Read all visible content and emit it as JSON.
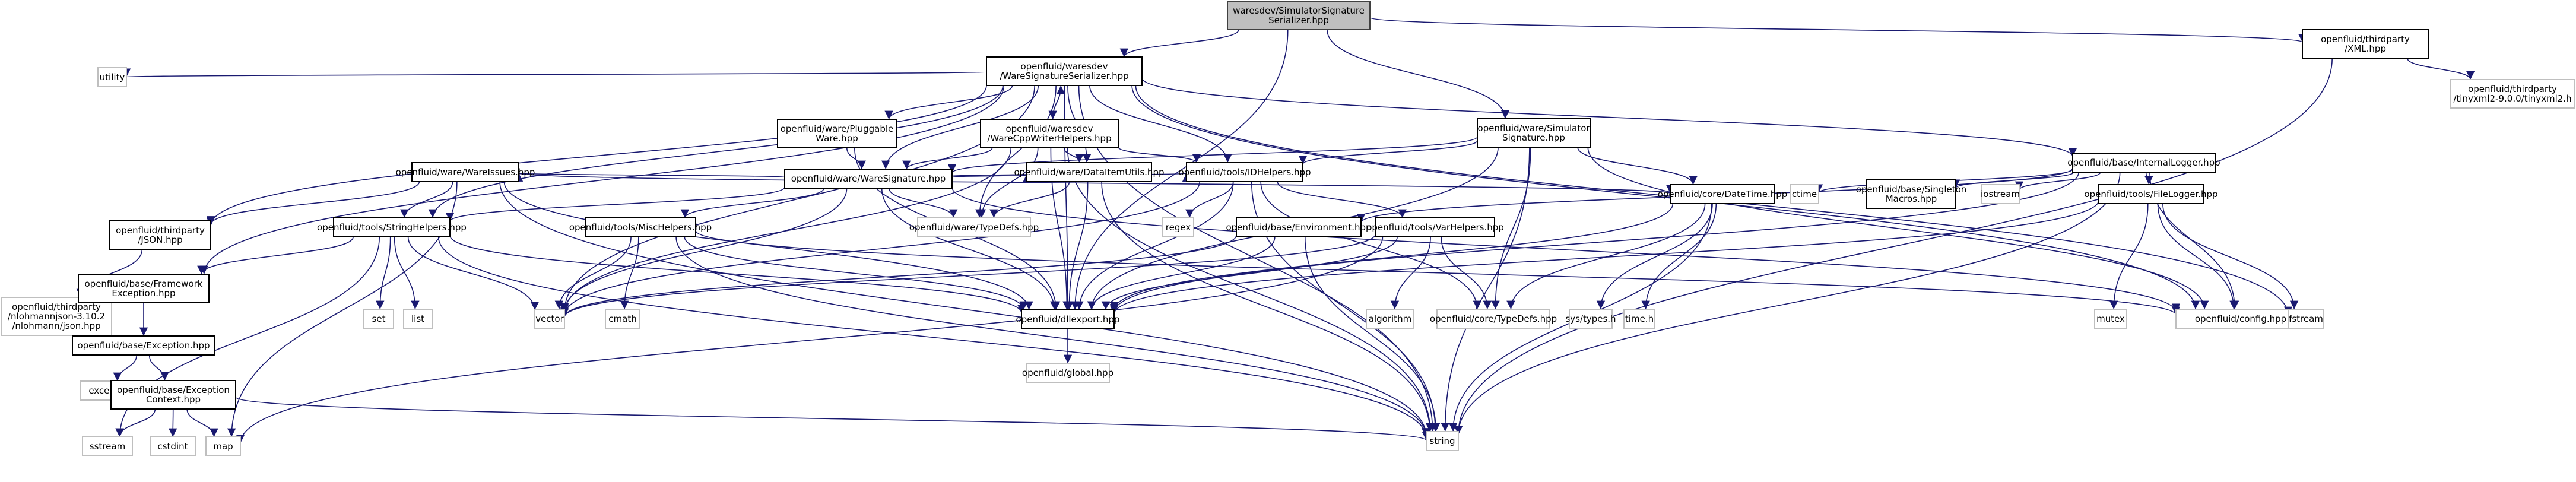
{
  "title": "waresdev/SimulatorSignatureSerializer.hpp include dependency graph",
  "colors": {
    "edge": "#191970",
    "root_fill": "#bfbfbf",
    "local_border": "#000000",
    "system_border": "#bfbfbf"
  },
  "nodes": [
    {
      "id": "root",
      "kind": "root",
      "lines": [
        "waresdev/SimulatorSignature",
        "Serializer.hpp"
      ]
    },
    {
      "id": "wss",
      "kind": "local",
      "lines": [
        "openfluid/waresdev",
        "/WareSignatureSerializer.hpp"
      ]
    },
    {
      "id": "simsig",
      "kind": "local",
      "lines": [
        "openfluid/ware/Simulator",
        "Signature.hpp"
      ]
    },
    {
      "id": "xml",
      "kind": "local",
      "lines": [
        "openfluid/thirdparty",
        "/XML.hpp"
      ]
    },
    {
      "id": "tinyxml",
      "kind": "system",
      "lines": [
        "openfluid/thirdparty",
        "/tinyxml2-9.0.0/tinyxml2.h"
      ]
    },
    {
      "id": "utility",
      "kind": "system",
      "lines": [
        "utility"
      ]
    },
    {
      "id": "pluggable",
      "kind": "local",
      "lines": [
        "openfluid/ware/Pluggable",
        "Ware.hpp"
      ]
    },
    {
      "id": "cppwriter",
      "kind": "local",
      "lines": [
        "openfluid/waresdev",
        "/WareCppWriterHelpers.hpp"
      ]
    },
    {
      "id": "waresig",
      "kind": "local",
      "lines": [
        "openfluid/ware/WareSignature.hpp"
      ]
    },
    {
      "id": "wareissues",
      "kind": "local",
      "lines": [
        "openfluid/ware/WareIssues.hpp"
      ]
    },
    {
      "id": "dataitem",
      "kind": "local",
      "lines": [
        "openfluid/ware/DataItemUtils.hpp"
      ]
    },
    {
      "id": "idhelpers",
      "kind": "local",
      "lines": [
        "openfluid/tools/IDHelpers.hpp"
      ]
    },
    {
      "id": "internallogger",
      "kind": "local",
      "lines": [
        "openfluid/base/InternalLogger.hpp"
      ]
    },
    {
      "id": "json",
      "kind": "local",
      "lines": [
        "openfluid/thirdparty",
        "/JSON.hpp"
      ]
    },
    {
      "id": "nlohmann",
      "kind": "system",
      "lines": [
        "openfluid/thirdparty",
        "/nlohmannjson-3.10.2",
        "/nlohmann/json.hpp"
      ]
    },
    {
      "id": "stringhelpers",
      "kind": "local",
      "lines": [
        "openfluid/tools/StringHelpers.hpp"
      ]
    },
    {
      "id": "mischelpers",
      "kind": "local",
      "lines": [
        "openfluid/tools/MiscHelpers.hpp"
      ]
    },
    {
      "id": "waretypedefs",
      "kind": "system",
      "lines": [
        "openfluid/ware/TypeDefs.hpp"
      ]
    },
    {
      "id": "regex",
      "kind": "system",
      "lines": [
        "regex"
      ]
    },
    {
      "id": "environment",
      "kind": "local",
      "lines": [
        "openfluid/base/Environment.hpp"
      ]
    },
    {
      "id": "varhelpers",
      "kind": "local",
      "lines": [
        "openfluid/tools/VarHelpers.hpp"
      ]
    },
    {
      "id": "datetime",
      "kind": "local",
      "lines": [
        "openfluid/core/DateTime.hpp"
      ]
    },
    {
      "id": "ctime",
      "kind": "system",
      "lines": [
        "ctime"
      ]
    },
    {
      "id": "singleton",
      "kind": "local",
      "lines": [
        "openfluid/base/Singleton",
        "Macros.hpp"
      ]
    },
    {
      "id": "iostream",
      "kind": "system",
      "lines": [
        "iostream"
      ]
    },
    {
      "id": "filelogger",
      "kind": "local",
      "lines": [
        "openfluid/tools/FileLogger.hpp"
      ]
    },
    {
      "id": "fwexception",
      "kind": "local",
      "lines": [
        "openfluid/base/Framework",
        "Exception.hpp"
      ]
    },
    {
      "id": "set",
      "kind": "system",
      "lines": [
        "set"
      ]
    },
    {
      "id": "list",
      "kind": "system",
      "lines": [
        "list"
      ]
    },
    {
      "id": "vector",
      "kind": "system",
      "lines": [
        "vector"
      ]
    },
    {
      "id": "cmath",
      "kind": "system",
      "lines": [
        "cmath"
      ]
    },
    {
      "id": "dllexport",
      "kind": "local",
      "lines": [
        "openfluid/dllexport.hpp"
      ]
    },
    {
      "id": "algorithm",
      "kind": "system",
      "lines": [
        "algorithm"
      ]
    },
    {
      "id": "coretypedefs",
      "kind": "system",
      "lines": [
        "openfluid/core/TypeDefs.hpp"
      ]
    },
    {
      "id": "systypes",
      "kind": "system",
      "lines": [
        "sys/types.h"
      ]
    },
    {
      "id": "timeh",
      "kind": "system",
      "lines": [
        "time.h"
      ]
    },
    {
      "id": "mutex",
      "kind": "system",
      "lines": [
        "mutex"
      ]
    },
    {
      "id": "config",
      "kind": "system",
      "lines": [
        "openfluid/config.hpp"
      ]
    },
    {
      "id": "fstream",
      "kind": "system",
      "lines": [
        "fstream"
      ]
    },
    {
      "id": "exception_hpp",
      "kind": "local",
      "lines": [
        "openfluid/base/Exception.hpp"
      ]
    },
    {
      "id": "exception",
      "kind": "system",
      "lines": [
        "exception"
      ]
    },
    {
      "id": "exctx",
      "kind": "local",
      "lines": [
        "openfluid/base/Exception",
        "Context.hpp"
      ]
    },
    {
      "id": "global",
      "kind": "system",
      "lines": [
        "openfluid/global.hpp"
      ]
    },
    {
      "id": "sstream",
      "kind": "system",
      "lines": [
        "sstream"
      ]
    },
    {
      "id": "cstdint",
      "kind": "system",
      "lines": [
        "cstdint"
      ]
    },
    {
      "id": "map",
      "kind": "system",
      "lines": [
        "map"
      ]
    },
    {
      "id": "string",
      "kind": "system",
      "lines": [
        "string"
      ]
    }
  ],
  "edges": [
    [
      "root",
      "wss"
    ],
    [
      "root",
      "simsig"
    ],
    [
      "root",
      "xml"
    ],
    [
      "root",
      "dllexport"
    ],
    [
      "xml",
      "tinyxml"
    ],
    [
      "xml",
      "string"
    ],
    [
      "wss",
      "utility"
    ],
    [
      "wss",
      "pluggable"
    ],
    [
      "wss",
      "cppwriter"
    ],
    [
      "wss",
      "waresig"
    ],
    [
      "wss",
      "json"
    ],
    [
      "wss",
      "fwexception"
    ],
    [
      "wss",
      "stringhelpers"
    ],
    [
      "wss",
      "idhelpers"
    ],
    [
      "wss",
      "internallogger"
    ],
    [
      "wss",
      "vector"
    ],
    [
      "wss",
      "dllexport"
    ],
    [
      "wss",
      "waretypedefs"
    ],
    [
      "wss",
      "config"
    ],
    [
      "wss",
      "fstream"
    ],
    [
      "wss",
      "string"
    ],
    [
      "wss",
      "dataitem"
    ],
    [
      "simsig",
      "waresig"
    ],
    [
      "simsig",
      "idhelpers"
    ],
    [
      "simsig",
      "datetime"
    ],
    [
      "simsig",
      "dllexport"
    ],
    [
      "simsig",
      "coretypedefs"
    ],
    [
      "simsig",
      "config"
    ],
    [
      "simsig",
      "string"
    ],
    [
      "pluggable",
      "waresig"
    ],
    [
      "pluggable",
      "dllexport"
    ],
    [
      "cppwriter",
      "wss"
    ],
    [
      "cppwriter",
      "waresig"
    ],
    [
      "cppwriter",
      "dataitem"
    ],
    [
      "cppwriter",
      "idhelpers"
    ],
    [
      "cppwriter",
      "waretypedefs"
    ],
    [
      "cppwriter",
      "dllexport"
    ],
    [
      "cppwriter",
      "string"
    ],
    [
      "cppwriter",
      "vector"
    ],
    [
      "waresig",
      "wareissues"
    ],
    [
      "waresig",
      "mischelpers"
    ],
    [
      "waresig",
      "dataitem"
    ],
    [
      "waresig",
      "idhelpers"
    ],
    [
      "waresig",
      "waretypedefs"
    ],
    [
      "waresig",
      "dllexport"
    ],
    [
      "waresig",
      "stringhelpers"
    ],
    [
      "waresig",
      "config"
    ],
    [
      "waresig",
      "vector"
    ],
    [
      "wareissues",
      "stringhelpers"
    ],
    [
      "wareissues",
      "dllexport"
    ],
    [
      "wareissues",
      "datetime"
    ],
    [
      "wareissues",
      "json"
    ],
    [
      "wareissues",
      "map"
    ],
    [
      "wareissues",
      "string"
    ],
    [
      "dataitem",
      "waretypedefs"
    ],
    [
      "dataitem",
      "dllexport"
    ],
    [
      "dataitem",
      "string"
    ],
    [
      "idhelpers",
      "regex"
    ],
    [
      "idhelpers",
      "varhelpers"
    ],
    [
      "idhelpers",
      "dllexport"
    ],
    [
      "idhelpers",
      "coretypedefs"
    ],
    [
      "idhelpers",
      "string"
    ],
    [
      "idhelpers",
      "vector"
    ],
    [
      "internallogger",
      "environment"
    ],
    [
      "internallogger",
      "ctime"
    ],
    [
      "internallogger",
      "singleton"
    ],
    [
      "internallogger",
      "iostream"
    ],
    [
      "internallogger",
      "filelogger"
    ],
    [
      "internallogger",
      "config"
    ],
    [
      "internallogger",
      "string"
    ],
    [
      "internallogger",
      "dllexport"
    ],
    [
      "json",
      "nlohmann"
    ],
    [
      "stringhelpers",
      "fwexception"
    ],
    [
      "stringhelpers",
      "set"
    ],
    [
      "stringhelpers",
      "list"
    ],
    [
      "stringhelpers",
      "vector"
    ],
    [
      "stringhelpers",
      "dllexport"
    ],
    [
      "stringhelpers",
      "sstream"
    ],
    [
      "stringhelpers",
      "string"
    ],
    [
      "mischelpers",
      "vector"
    ],
    [
      "mischelpers",
      "cmath"
    ],
    [
      "mischelpers",
      "dllexport"
    ],
    [
      "mischelpers",
      "config"
    ],
    [
      "mischelpers",
      "string"
    ],
    [
      "environment",
      "dllexport"
    ],
    [
      "environment",
      "vector"
    ],
    [
      "environment",
      "string"
    ],
    [
      "varhelpers",
      "algorithm"
    ],
    [
      "varhelpers",
      "coretypedefs"
    ],
    [
      "varhelpers",
      "dllexport"
    ],
    [
      "varhelpers",
      "vector"
    ],
    [
      "varhelpers",
      "map"
    ],
    [
      "datetime",
      "systypes"
    ],
    [
      "datetime",
      "timeh"
    ],
    [
      "datetime",
      "coretypedefs"
    ],
    [
      "datetime",
      "dllexport"
    ],
    [
      "datetime",
      "string"
    ],
    [
      "filelogger",
      "mutex"
    ],
    [
      "filelogger",
      "fstream"
    ],
    [
      "filelogger",
      "config"
    ],
    [
      "filelogger",
      "dllexport"
    ],
    [
      "fwexception",
      "exception_hpp"
    ],
    [
      "exception_hpp",
      "exception"
    ],
    [
      "exception_hpp",
      "exctx"
    ],
    [
      "exctx",
      "sstream"
    ],
    [
      "exctx",
      "cstdint"
    ],
    [
      "exctx",
      "map"
    ],
    [
      "exctx",
      "string"
    ],
    [
      "dllexport",
      "global"
    ]
  ]
}
